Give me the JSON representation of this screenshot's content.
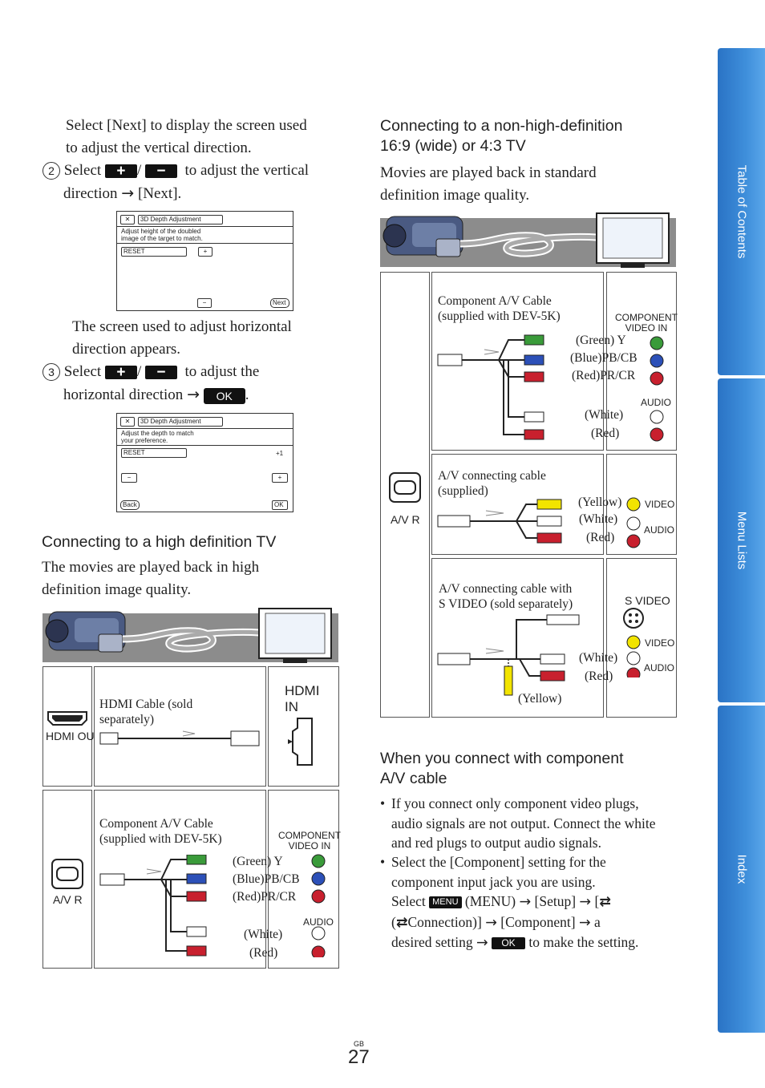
{
  "side_tabs": {
    "toc": "Table of Contents",
    "menu": "Menu Lists",
    "index": "Index"
  },
  "left": {
    "intro_line1": "Select [Next] to display the screen used",
    "intro_line2": "to adjust the vertical direction.",
    "step2_num": "2",
    "step2_select": "Select",
    "step2_slash": "/",
    "step2_rest": "to adjust the vertical",
    "step2_line2": "direction",
    "step2_next": "[Next].",
    "screen1": {
      "title": "3D Depth Adjustment",
      "msg1": "Adjust height of the doubled",
      "msg2": "image of the target to match.",
      "reset": "RESET",
      "next": "Next"
    },
    "after1_line1": "The screen used to adjust horizontal",
    "after1_line2": "direction appears.",
    "step3_num": "3",
    "step3_select": "Select",
    "step3_slash": "/",
    "step3_rest": "to adjust the",
    "step3_line2": "horizontal direction",
    "ok_label": "OK",
    "screen2": {
      "title": "3D Depth Adjustment",
      "msg1": "Adjust the depth to match",
      "msg2": "your preference.",
      "reset": "RESET",
      "value": "+1",
      "back": "Back",
      "ok": "OK"
    },
    "hd_heading": "Connecting to a high definition TV",
    "hd_text1": "The movies are played back in high",
    "hd_text2": "definition image quality.",
    "hdmi_out": "HDMI OUT",
    "hdmi_cable1": "HDMI Cable (sold",
    "hdmi_cable2": "separately)",
    "hdmi_in1": "HDMI",
    "hdmi_in2": "IN",
    "av_r": "A/V R",
    "comp_cable1": "Component A/V Cable",
    "comp_cable2": "(supplied with DEV-5K)",
    "comp_label1": "COMPONENT",
    "comp_label2": "VIDEO IN",
    "green_y": "(Green) Y",
    "blue_pb": "(Blue)PB/CB",
    "red_pr": "(Red)PR/CR",
    "audio": "AUDIO",
    "white": "(White)",
    "red": "(Red)"
  },
  "right": {
    "heading1": "Connecting to a non-high-definition",
    "heading2": "16:9 (wide) or 4:3 TV",
    "text1": "Movies are played back in standard",
    "text2": "definition image quality.",
    "av_r": "A/V R",
    "comp_cable1": "Component A/V Cable",
    "comp_cable2": "(supplied with DEV-5K)",
    "comp_label1": "COMPONENT",
    "comp_label2": "VIDEO IN",
    "green_y": "(Green) Y",
    "blue_pb": "(Blue)PB/CB",
    "red_pr": "(Red)PR/CR",
    "audio": "AUDIO",
    "white": "(White)",
    "red": "(Red)",
    "av_cable1": "A/V connecting cable",
    "av_cable2": "(supplied)",
    "yellow": "(Yellow)",
    "video": "VIDEO",
    "svideo_cable1": "A/V connecting cable with",
    "svideo_cable2": "S VIDEO (sold separately)",
    "s_video": "S VIDEO",
    "comp_heading1": "When you connect with component",
    "comp_heading2": "A/V cable",
    "b1_l1": "If you connect only component video plugs,",
    "b1_l2": "audio signals are not output. Connect the white",
    "b1_l3": "and red plugs to output audio signals.",
    "b2_l1": "Select the [Component] setting for the",
    "b2_l2": "component input jack you are using.",
    "b2_select": "Select",
    "menu_btn": "MENU",
    "b2_menu": "(MENU)",
    "b2_setup": "[Setup]",
    "b2_conn": "Connection)]",
    "b2_component": "[Component]",
    "b2_a": "a",
    "b2_desired": "desired setting",
    "ok_btn": "OK",
    "b2_end": "to make the setting."
  },
  "footer": {
    "gb": "GB",
    "page": "27"
  }
}
